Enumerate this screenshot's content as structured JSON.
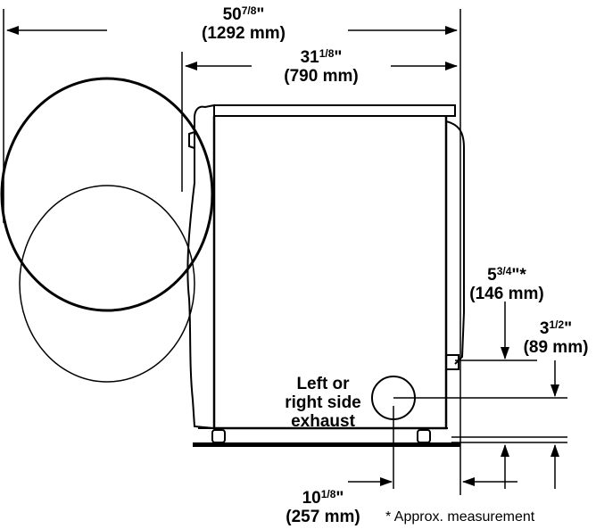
{
  "dimensions": {
    "overall_depth": {
      "whole": "50",
      "frac": "7/8",
      "unit": "\"",
      "metric": "(1292 mm)"
    },
    "cabinet_depth": {
      "whole": "31",
      "frac": "1/8",
      "unit": "\"",
      "metric": "(790 mm)"
    },
    "exhaust_height_top": {
      "whole": "5",
      "frac": "3/4",
      "unit": "\"*",
      "metric": "(146 mm)"
    },
    "exhaust_height_bottom": {
      "whole": "3",
      "frac": "1/2",
      "unit": "\"",
      "metric": "(89 mm)"
    },
    "exhaust_from_back": {
      "whole": "10",
      "frac": "1/8",
      "unit": "\"",
      "metric": "(257 mm)"
    }
  },
  "exhaust_label": [
    "Left or",
    "right side",
    "exhaust"
  ],
  "footnote": "* Approx. measurement"
}
